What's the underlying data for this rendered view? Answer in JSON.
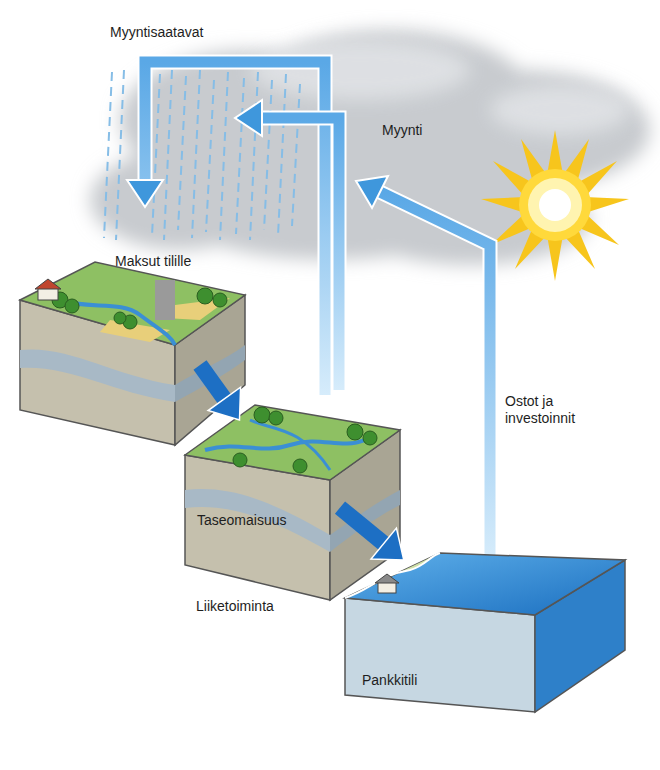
{
  "diagram": {
    "nodes": [
      {
        "text": [
          "Maksut tilille"
        ]
      },
      {
        "text": [
          "Taseomaisuus",
          "Liiketoiminta"
        ]
      },
      {
        "text": [
          "Pankkitili"
        ]
      }
    ],
    "edges": [
      {
        "from": 0,
        "to": 1,
        "arrow": "to"
      },
      {
        "from": 1,
        "to": 2,
        "arrow": "to"
      }
    ],
    "labels": [
      "Myyntisaatavat",
      "Myynti",
      "Ostot ja investoinnit"
    ]
  }
}
